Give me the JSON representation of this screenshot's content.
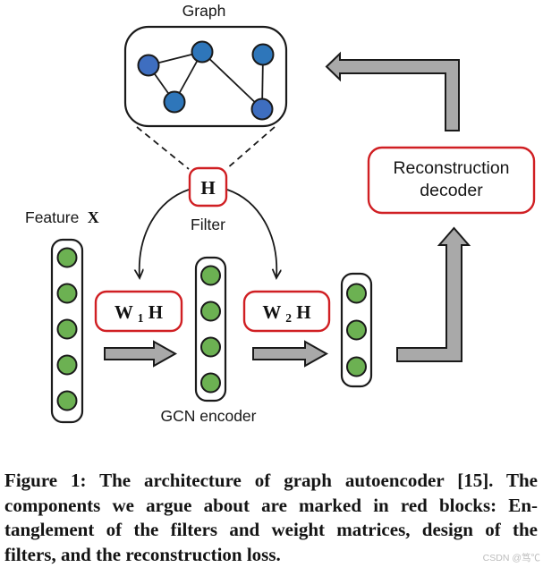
{
  "figure": {
    "graph_label": "Graph",
    "filter_label": "Filter",
    "h_label": "H",
    "w1h": {
      "w": "W",
      "sub": "1",
      "h": "H"
    },
    "w2h": {
      "w": "W",
      "sub": "2",
      "h": "H"
    },
    "feature_label": "Feature",
    "feature_symbol": "X",
    "gcn_label": "GCN encoder",
    "decoder_line1": "Reconstruction",
    "decoder_line2": "decoder"
  },
  "caption": {
    "lines": [
      "Figure 1: The architecture of graph autoencoder [15]. The",
      "components we argue about are marked in red blocks: En-",
      "tanglement of the filters and weight matrices, design of the",
      "filters, and the reconstruction loss."
    ]
  },
  "watermark": "CSDN @笃℃",
  "colors": {
    "red_accent": "#d01f23",
    "node_blue": "#2e76ba",
    "node_blue_alt": "#3e6ec0",
    "green": "#6cb152",
    "arrow_gray": "#a9a9a9",
    "ink": "#1a1a1a"
  }
}
